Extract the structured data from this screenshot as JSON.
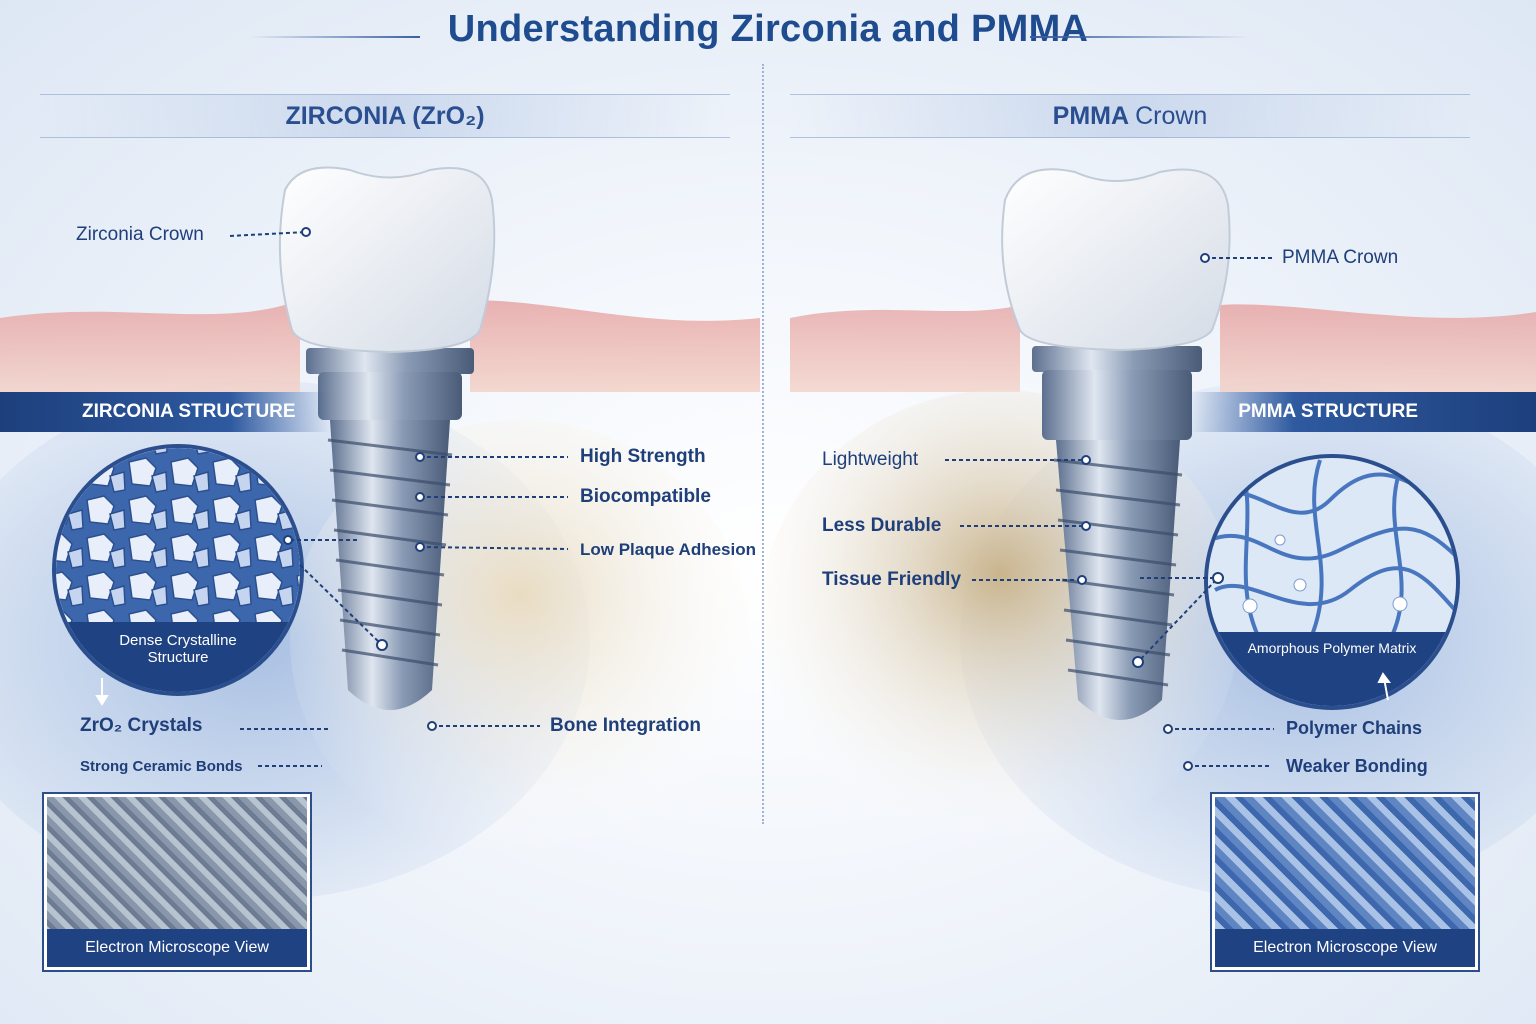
{
  "title": "Understanding Zirconia and PMMA",
  "colors": {
    "accent": "#1f4c8f",
    "banner": "#1d3f7c",
    "gum": "#d98b8b",
    "bone": "#c8b48c"
  },
  "left": {
    "heading": "ZIRCONIA (ZrO₂)",
    "crown_label": "Zirconia Crown",
    "structure_banner": "ZIRCONIA STRUCTURE",
    "circle_caption_line1": "Dense Crystalline",
    "circle_caption_line2": "Structure",
    "callouts": [
      "High Strength",
      "Biocompatible",
      "Low Plaque Adhesion",
      "Bone Integration"
    ],
    "crystals_label": "ZrO₂ Crystals",
    "bonds_label": "Strong Ceramic Bonds",
    "microscope_caption": "Electron Microscope View"
  },
  "right": {
    "heading_bold": "PMMA",
    "heading_thin": "Crown",
    "crown_label": "PMMA Crown",
    "structure_banner": "PMMA STRUCTURE",
    "circle_caption": "Amorphous Polymer Matrix",
    "callouts": [
      "Lightweight",
      "Less Durable",
      "Tissue Friendly"
    ],
    "chains_label": "Polymer Chains",
    "bonding_label": "Weaker Bonding",
    "microscope_caption": "Electron Microscope View"
  },
  "icons": [
    "implant-screw-icon",
    "tooth-crown-icon",
    "crystal-circle-icon",
    "polymer-circle-icon"
  ]
}
